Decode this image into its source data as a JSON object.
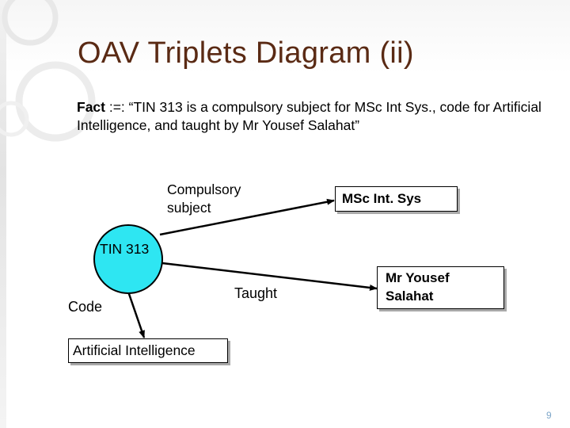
{
  "slide": {
    "title": "OAV Triplets Diagram (ii)",
    "fact_label": "Fact",
    "fact_text": " :=: “TIN 313 is a compulsory subject for MSc Int Sys., code for Artificial Intelligence, and taught by Mr Yousef Salahat”",
    "page_number": "9"
  },
  "diagram": {
    "object_node": "TIN 313",
    "attributes": {
      "compulsory_line1": "Compulsory",
      "compulsory_line2": "subject",
      "taught": "Taught",
      "code": "Code"
    },
    "values": {
      "msc": "MSc Int. Sys",
      "lecturer_line1": "Mr Yousef",
      "lecturer_line2": "Salahat",
      "ai": "Artificial Intelligence"
    }
  },
  "colors": {
    "title": "#5a2a14",
    "object_fill": "#2ee6f2",
    "edge": "#000000",
    "page_number": "#7fa7c9"
  }
}
